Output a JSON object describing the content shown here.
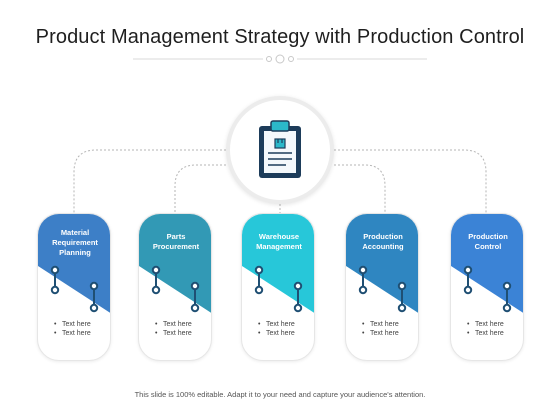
{
  "title": "Product Management Strategy with Production Control",
  "footer": "This slide is 100% editable. Adapt it to your need and capture your audience's attention.",
  "hub_icon": "clipboard-icon",
  "colors": {
    "material": "#3d7fc7",
    "parts": "#3299b5",
    "warehouse": "#27c7d9",
    "accounting": "#2f86c1",
    "control": "#3b83d6",
    "connector_dark": "#1f4f73"
  },
  "cards": [
    {
      "title": "Material Requirement Planning",
      "bullets": [
        "Text here",
        "Text here"
      ]
    },
    {
      "title": "Parts Procurement",
      "bullets": [
        "Text here",
        "Text here"
      ]
    },
    {
      "title": "Warehouse Management",
      "bullets": [
        "Text here",
        "Text here"
      ]
    },
    {
      "title": "Production Accounting",
      "bullets": [
        "Text here",
        "Text here"
      ]
    },
    {
      "title": "Production Control",
      "bullets": [
        "Text here",
        "Text here"
      ]
    }
  ]
}
